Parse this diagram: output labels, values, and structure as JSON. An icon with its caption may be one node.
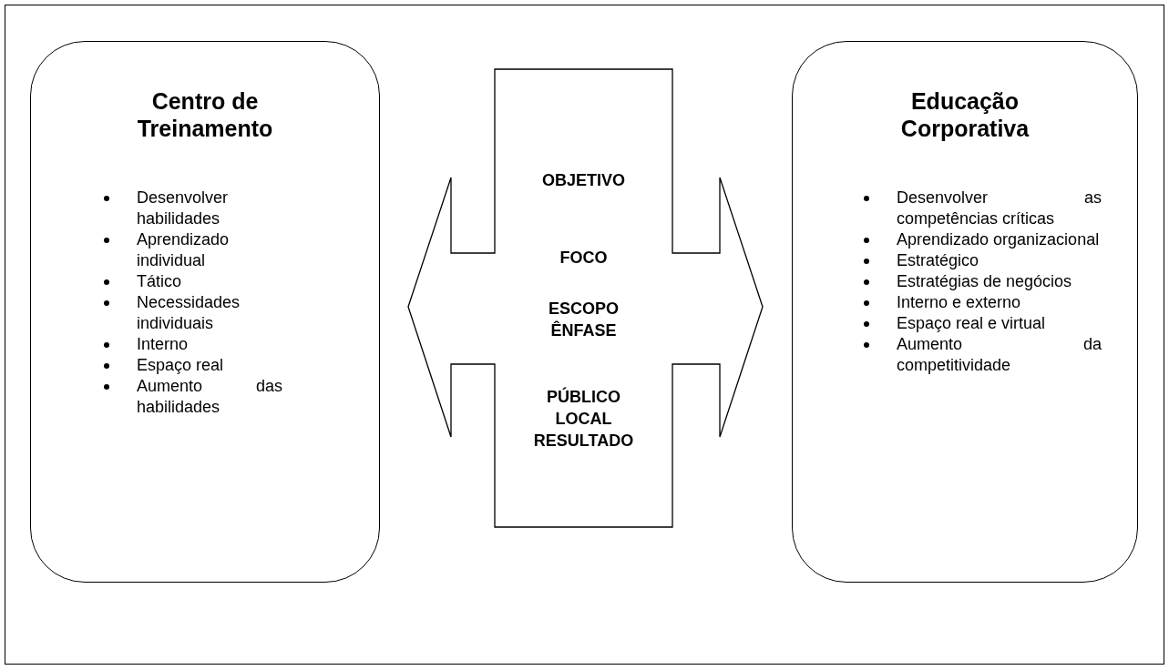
{
  "diagram": {
    "nodes": [
      {
        "text": [
          "Centro de Treinamento",
          "Desenvolver habilidades",
          "Aprendizado individual",
          "Tático",
          "Necessidades individuais",
          "Interno",
          "Espaço real",
          "Aumento das habilidades"
        ]
      },
      {
        "text": [
          "OBJETIVO",
          "FOCO",
          "ESCOPO",
          "ÊNFASE",
          "PÚBLICO",
          "LOCAL",
          "RESULTADO"
        ]
      },
      {
        "text": [
          "Educação Corporativa",
          "Desenvolver as competências críticas",
          "Aprendizado organizacional",
          "Estratégico",
          "Estratégias de negócios",
          "Interno e externo",
          "Espaço real e virtual",
          "Aumento da competitividade"
        ]
      }
    ]
  }
}
